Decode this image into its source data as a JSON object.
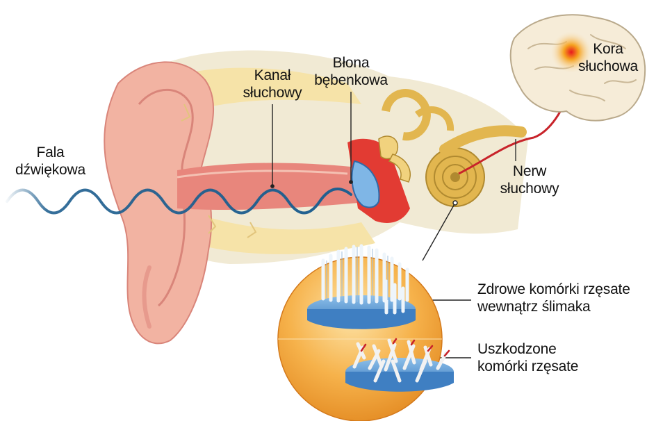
{
  "labels": {
    "sound_wave": [
      "Fala",
      "dźwiękowa"
    ],
    "ear_canal": [
      "Kanał",
      "słuchowy"
    ],
    "eardrum": [
      "Błona",
      "bębenkowa"
    ],
    "auditory_cortex": [
      "Kora",
      "słuchowa"
    ],
    "auditory_nerve": [
      "Nerw",
      "słuchowy"
    ],
    "healthy_hair_cells": [
      "Zdrowe komórki rzęsate",
      "wewnątrz ślimaka"
    ],
    "damaged_hair_cells": [
      "Uszkodzone",
      "komórki rzęsate"
    ]
  },
  "colors": {
    "wave": "#1f5f8f",
    "skin": "#f2b3a2",
    "bone": "#f6e3a8",
    "canal": "#e8867c",
    "nerve": "#c8232a",
    "cortex_glow": "#f28a1e",
    "cochlea": "#e2b64f",
    "inset_orange": "#f3a63c",
    "hair_cell_base": "#4f8fcf"
  }
}
